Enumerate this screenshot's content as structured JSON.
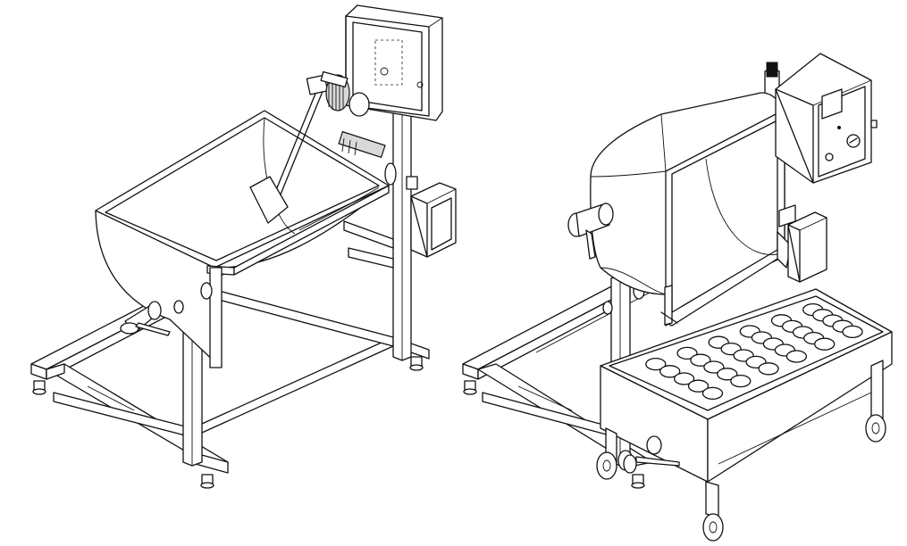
{
  "figure": {
    "left_machine": {
      "component": "tilting-mixing-kettle-on-stand"
    },
    "right_machine": {
      "component": "mixing-kettle-over-multi-cavity-mould-table"
    },
    "mould_cavities": {
      "rows": 5,
      "columns": 6
    }
  }
}
